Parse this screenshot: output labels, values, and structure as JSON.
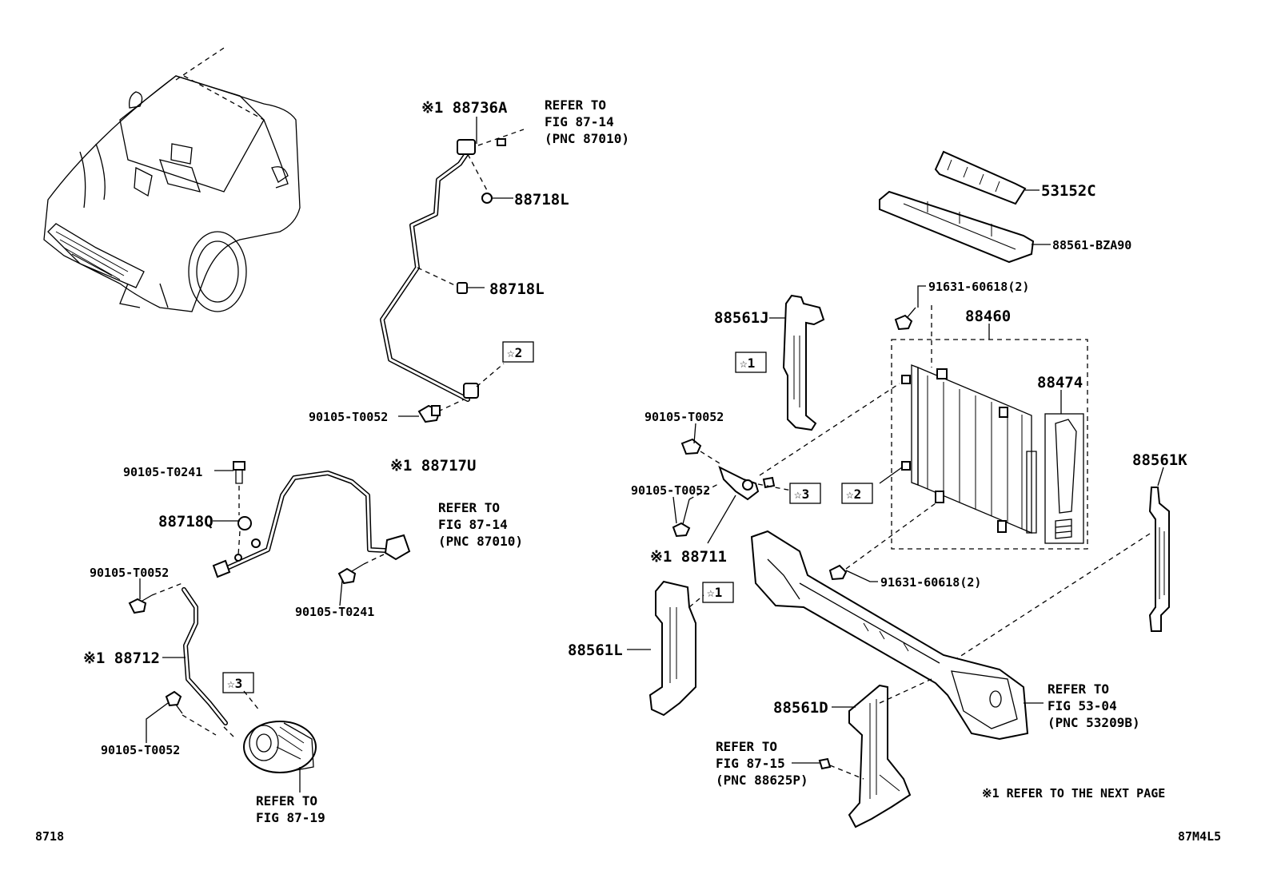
{
  "labels": {
    "p88736A": "※1 88736A",
    "refer1_l1": "REFER TO",
    "refer1_l2": "FIG 87-14",
    "refer1_l3": "(PNC 87010)",
    "p88718L_a": "88718L",
    "p88718L_b": "88718L",
    "star2_a": "☆2",
    "p90105T0052_a": "90105-T0052",
    "p53152C": "53152C",
    "p88561BZA90": "88561-BZA90",
    "p91631_a": "91631-60618(2)",
    "p88460": "88460",
    "p88561J": "88561J",
    "star1_a": "☆1",
    "p88474": "88474",
    "p90105T0052_b": "90105-T0052",
    "p90105T0052_c": "90105-T0052",
    "star3_a": "☆3",
    "star2_b": "☆2",
    "p88711": "※1 88711",
    "p88561K": "88561K",
    "p91631_b": "91631-60618(2)",
    "p90105T0241_a": "90105-T0241",
    "p88717U": "※1 88717U",
    "p88718Q": "88718Q",
    "refer2_l1": "REFER TO",
    "refer2_l2": "FIG 87-14",
    "refer2_l3": "(PNC 87010)",
    "p90105T0052_d": "90105-T0052",
    "p90105T0241_b": "90105-T0241",
    "p88712": "※1 88712",
    "star3_b": "☆3",
    "p90105T0052_e": "90105-T0052",
    "refer3_l1": "REFER TO",
    "refer3_l2": "FIG 87-19",
    "star1_b": "☆1",
    "p88561L": "88561L",
    "p88561D": "88561D",
    "refer4_l1": "REFER TO",
    "refer4_l2": "FIG 53-04",
    "refer4_l3": "(PNC 53209B)",
    "refer5_l1": "REFER TO",
    "refer5_l2": "FIG 87-15",
    "refer5_l3": "(PNC 88625P)",
    "note": "※1  REFER TO THE NEXT PAGE",
    "fig_left": "8718",
    "fig_right": "87M4L5"
  }
}
